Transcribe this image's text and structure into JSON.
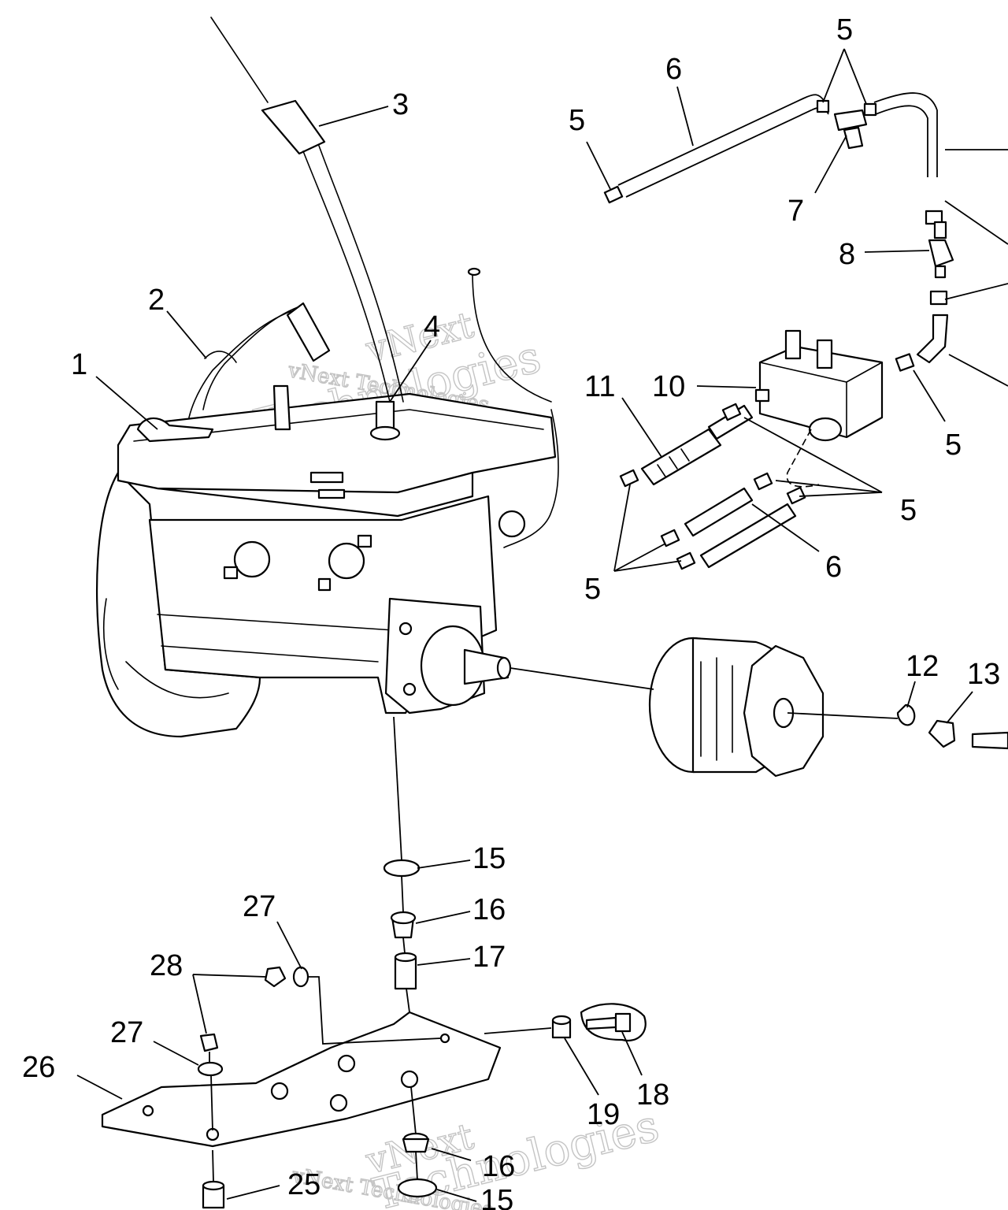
{
  "callouts": [
    {
      "id": "c1",
      "text": "1"
    },
    {
      "id": "c2",
      "text": "2"
    },
    {
      "id": "c3",
      "text": "3"
    },
    {
      "id": "c4",
      "text": "4"
    },
    {
      "id": "c5a",
      "text": "5"
    },
    {
      "id": "c5b",
      "text": "5"
    },
    {
      "id": "c5c",
      "text": "5"
    },
    {
      "id": "c5d",
      "text": "5"
    },
    {
      "id": "c5e",
      "text": "5"
    },
    {
      "id": "c6a",
      "text": "6"
    },
    {
      "id": "c6b",
      "text": "6"
    },
    {
      "id": "c7",
      "text": "7"
    },
    {
      "id": "c8",
      "text": "8"
    },
    {
      "id": "c10",
      "text": "10"
    },
    {
      "id": "c11",
      "text": "11"
    },
    {
      "id": "c12",
      "text": "12"
    },
    {
      "id": "c13",
      "text": "13"
    },
    {
      "id": "c15a",
      "text": "15"
    },
    {
      "id": "c15b",
      "text": "15"
    },
    {
      "id": "c16a",
      "text": "16"
    },
    {
      "id": "c16b",
      "text": "16"
    },
    {
      "id": "c17",
      "text": "17"
    },
    {
      "id": "c18",
      "text": "18"
    },
    {
      "id": "c19",
      "text": "19"
    },
    {
      "id": "c25",
      "text": "25"
    },
    {
      "id": "c26",
      "text": "26"
    },
    {
      "id": "c27a",
      "text": "27"
    },
    {
      "id": "c27b",
      "text": "27"
    },
    {
      "id": "c28",
      "text": "28"
    }
  ],
  "watermark": {
    "line1": "vNext",
    "line2": "Technologies",
    "line3": "vNext Technologies"
  }
}
